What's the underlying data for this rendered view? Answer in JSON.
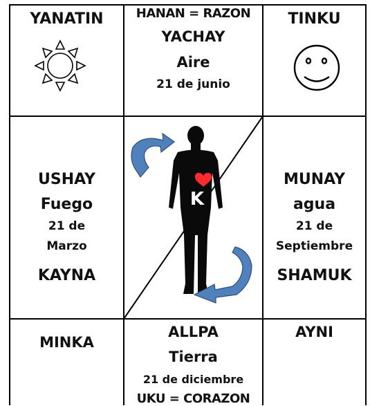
{
  "cells": {
    "top_left": {
      "title": "YANATIN"
    },
    "top_center": {
      "line1": "HANAN = RAZON",
      "line2": "YACHAY",
      "line3": "Aire",
      "line4": "21 de junio"
    },
    "top_right": {
      "title": "TINKU"
    },
    "mid_left": {
      "line1": "USHAY",
      "line2": "Fuego",
      "line3": "21 de",
      "line4": "Marzo",
      "line5": "KAYNA"
    },
    "mid_center": {
      "letter": "K"
    },
    "mid_right": {
      "line1": "MUNAY",
      "line2": "agua",
      "line3": "21 de",
      "line4": "Septiembre",
      "line5": "SHAMUK"
    },
    "bot_left": {
      "title": "MINKA"
    },
    "bot_center": {
      "line1": "ALLPA",
      "line2": "Tierra",
      "line3": "21 de diciembre",
      "line4": "UKU = CORAZON"
    },
    "bot_right": {
      "title": "AYNI"
    }
  },
  "icons": {
    "sun": "sun-icon",
    "smiley": "smiley-face-icon",
    "person": "human-silhouette-icon",
    "heart": "heart-icon",
    "arrow_top": "curved-arrow-icon",
    "arrow_bottom": "curved-arrow-icon"
  },
  "colors": {
    "line": "#000000",
    "arrow_fill": "#4f81bd",
    "arrow_stroke": "#2f4f7a",
    "heart": "#ff2a2a",
    "silhouette": "#0a0a0a"
  }
}
